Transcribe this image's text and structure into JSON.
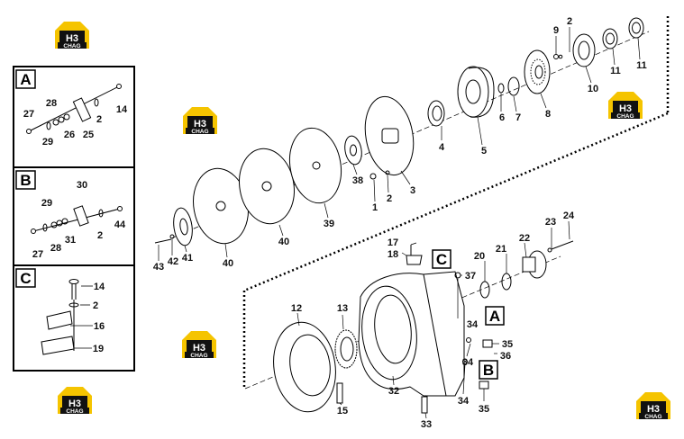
{
  "logo": {
    "main": "H3",
    "sub": "CHAG",
    "colors": {
      "accent": "#f5c400",
      "dark": "#111111"
    }
  },
  "sections": {
    "a": "A",
    "b": "B",
    "c": "C"
  },
  "section_refs": {
    "a": "A",
    "b": "B",
    "c": "C"
  },
  "labels": {
    "t1": "1",
    "t2a": "2",
    "t2b": "2",
    "t3": "3",
    "t4": "4",
    "t5": "5",
    "t6": "6",
    "t7": "7",
    "t8": "8",
    "t9": "9",
    "t10": "10",
    "t11a": "11",
    "t11b": "11",
    "t12": "12",
    "t13": "13",
    "t14a": "14",
    "t14b": "14",
    "t15": "15",
    "t16": "16",
    "t17": "17",
    "t18": "18",
    "t19": "19",
    "t20": "20",
    "t21": "21",
    "t22": "22",
    "t23": "23",
    "t24": "24",
    "t25": "25",
    "t26": "26",
    "t27a": "27",
    "t27b": "27",
    "t28a": "28",
    "t28b": "28",
    "t29a": "29",
    "t29b": "29",
    "t30": "30",
    "t31": "31",
    "t32": "32",
    "t33": "33",
    "t34a": "34",
    "t34b": "34",
    "t34c": "34",
    "t35a": "35",
    "t35b": "35",
    "t36": "36",
    "t37": "37",
    "t38": "38",
    "t39": "39",
    "t40a": "40",
    "t40b": "40",
    "t41": "41",
    "t42": "42",
    "t43": "43",
    "t44": "44",
    "t2c": "2",
    "t2d": "2",
    "t2e": "2"
  }
}
